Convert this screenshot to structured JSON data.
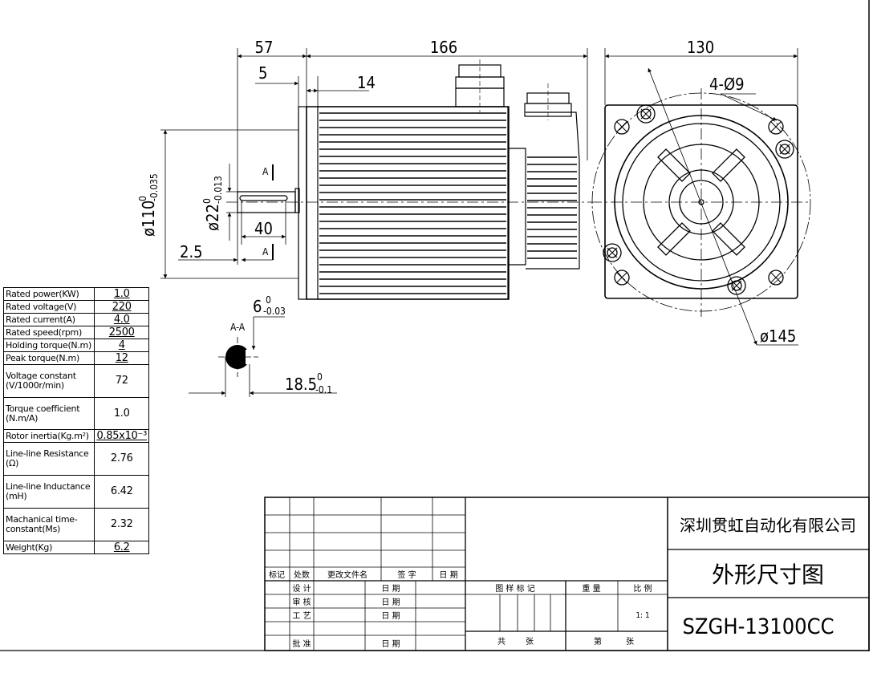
{
  "dimensions": {
    "d57": "57",
    "d166": "166",
    "d130": "130",
    "d5": "5",
    "d14": "14",
    "d40": "40",
    "d2_5": "2.5",
    "hole": "4-Ø9",
    "phi145": "ø145",
    "phi110": "ø110",
    "phi110_tol_up": "0",
    "phi110_tol_low": "-0.035",
    "phi22": "ø22",
    "phi22_tol_up": "0",
    "phi22_tol_low": "-0.013",
    "key6": "6",
    "key6_tol_up": "0",
    "key6_tol_low": "-0.03",
    "d18_5": "18.5",
    "d18_5_tol_up": "0",
    "d18_5_tol_low": "-0.1",
    "section_mark": "A",
    "section_title": "A-A"
  },
  "specs": [
    {
      "label": "Rated power(KW)",
      "value": "1.0"
    },
    {
      "label": "Rated voltage(V)",
      "value": "220"
    },
    {
      "label": "Rated current(A)",
      "value": "4.0"
    },
    {
      "label": "Rated speed(rpm)",
      "value": "2500"
    },
    {
      "label": "Holding torque(N.m)",
      "value": "4"
    },
    {
      "label": "Peak torque(N.m)",
      "value": "12"
    },
    {
      "label": "Voltage constant (V/1000r/min)",
      "value": "72"
    },
    {
      "label": "Torque coefficient (N.m/A)",
      "value": "1.0"
    },
    {
      "label": "Rotor inertia(Kg.m²)",
      "value": "0.85x10⁻³"
    },
    {
      "label": "Line-line Resistance (Ω)",
      "value": "2.76"
    },
    {
      "label": "Line-line Inductance (mH)",
      "value": "6.42"
    },
    {
      "label": "Machanical time-constant(Ms)",
      "value": "2.32"
    },
    {
      "label": "Weight(Kg)",
      "value": "6.2"
    }
  ],
  "title_block": {
    "company": "深圳贯虹自动化有限公司",
    "drawing_title": "外形尺寸图",
    "model": "SZGH-13100CC",
    "rev_headers": [
      "标记",
      "处数",
      "更改文件名",
      "签  字",
      "日 期"
    ],
    "roles": [
      "设  计",
      "审  核",
      "工  艺",
      "批  准"
    ],
    "date_label": "日  期",
    "sample_mark": "图 样 标 记",
    "weight": "重  量",
    "scale": "比  例",
    "scale_value": "1: 1",
    "total": "共",
    "sheet": "张",
    "page": "第"
  }
}
